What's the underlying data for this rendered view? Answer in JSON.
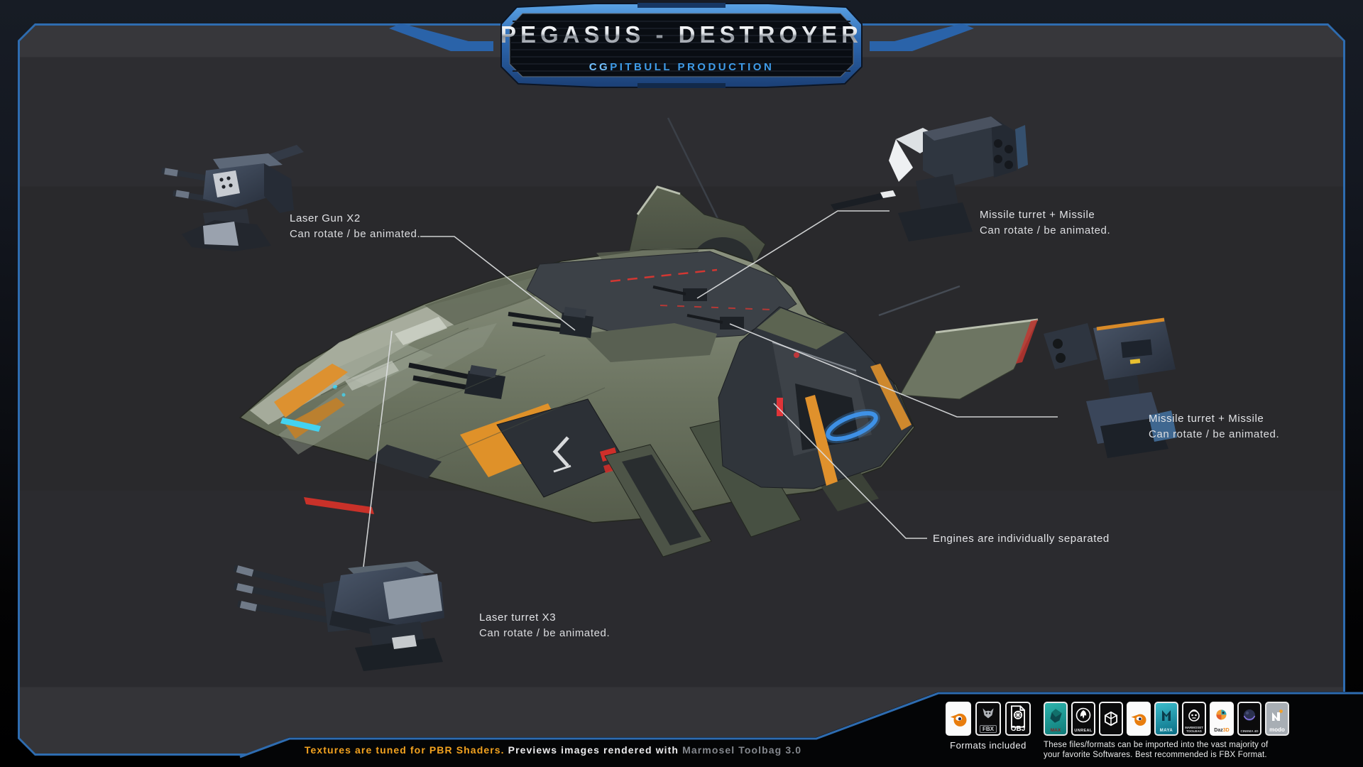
{
  "header": {
    "title": "PEGASUS - DESTROYER",
    "brand_bold": "CG",
    "brand_rest": "PITBULL PRODUCTION"
  },
  "callouts": [
    {
      "title": "Laser Gun X2",
      "subtitle": "Can rotate / be animated."
    },
    {
      "title": "Missile turret + Missile",
      "subtitle": "Can rotate / be animated."
    },
    {
      "title": "Missile turret + Missile",
      "subtitle": "Can rotate / be animated."
    },
    {
      "title": "Engines are individually separated"
    },
    {
      "title": "Laser turret X3",
      "subtitle": "Can rotate / be animated."
    }
  ],
  "footer": {
    "highlight": "Textures are tuned for PBR Shaders.",
    "normal": "Previews images rendered with",
    "muted": "Marmosel Toolbag 3.0"
  },
  "formats": {
    "label": "Formats included",
    "icons": [
      {
        "name": "blender"
      },
      {
        "name": "fbx",
        "text": "FBX"
      },
      {
        "name": "obj",
        "text": "OBJ"
      }
    ]
  },
  "compat": {
    "line1": "These files/formats can be imported into the vast majority of",
    "line2": "your favorite Softwares. Best recommended is FBX Format.",
    "icons": [
      {
        "name": "3ds-max",
        "text": "MAX"
      },
      {
        "name": "unreal-engine",
        "text": "UNREAL"
      },
      {
        "name": "unity"
      },
      {
        "name": "blender"
      },
      {
        "name": "maya",
        "text": "MAYA"
      },
      {
        "name": "marmoset-toolbag",
        "text": "MARMOSET",
        "text2": "TOOLBAG"
      },
      {
        "name": "daz3d",
        "text": "Daz",
        "text2": "3D"
      },
      {
        "name": "cinema-4d",
        "text": "CINEMA 4D"
      },
      {
        "name": "modo",
        "text": "modo"
      }
    ]
  },
  "colors": {
    "accent_blue": "#2e6cb0",
    "panel_gray": "#2b2b2f",
    "hull_olive": "#6d7560",
    "accent_orange": "#df9129",
    "accent_cyan": "#43d2f0",
    "accent_red": "#d23732",
    "label_text": "#e3e4e7"
  }
}
